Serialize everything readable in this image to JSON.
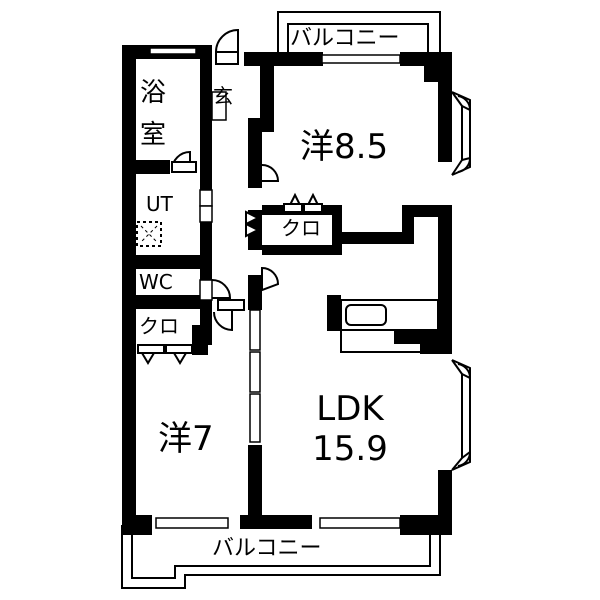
{
  "floorplan": {
    "colors": {
      "wall": "#000000",
      "background": "#ffffff",
      "line": "#000000"
    },
    "rooms": {
      "bath": {
        "line1": "浴",
        "line2": "室"
      },
      "entrance": {
        "label": "玄"
      },
      "western_1": {
        "label": "洋8.5"
      },
      "utility": {
        "label": "UT"
      },
      "closet_1": {
        "label": "クロ"
      },
      "toilet": {
        "label": "WC"
      },
      "closet_2": {
        "label": "クロ"
      },
      "western_2": {
        "label": "洋7"
      },
      "ldk": {
        "line1": "LDK",
        "line2": "15.9"
      }
    },
    "balconies": {
      "top": {
        "label": "バルコニー"
      },
      "bottom": {
        "label": "バルコニー"
      }
    }
  }
}
